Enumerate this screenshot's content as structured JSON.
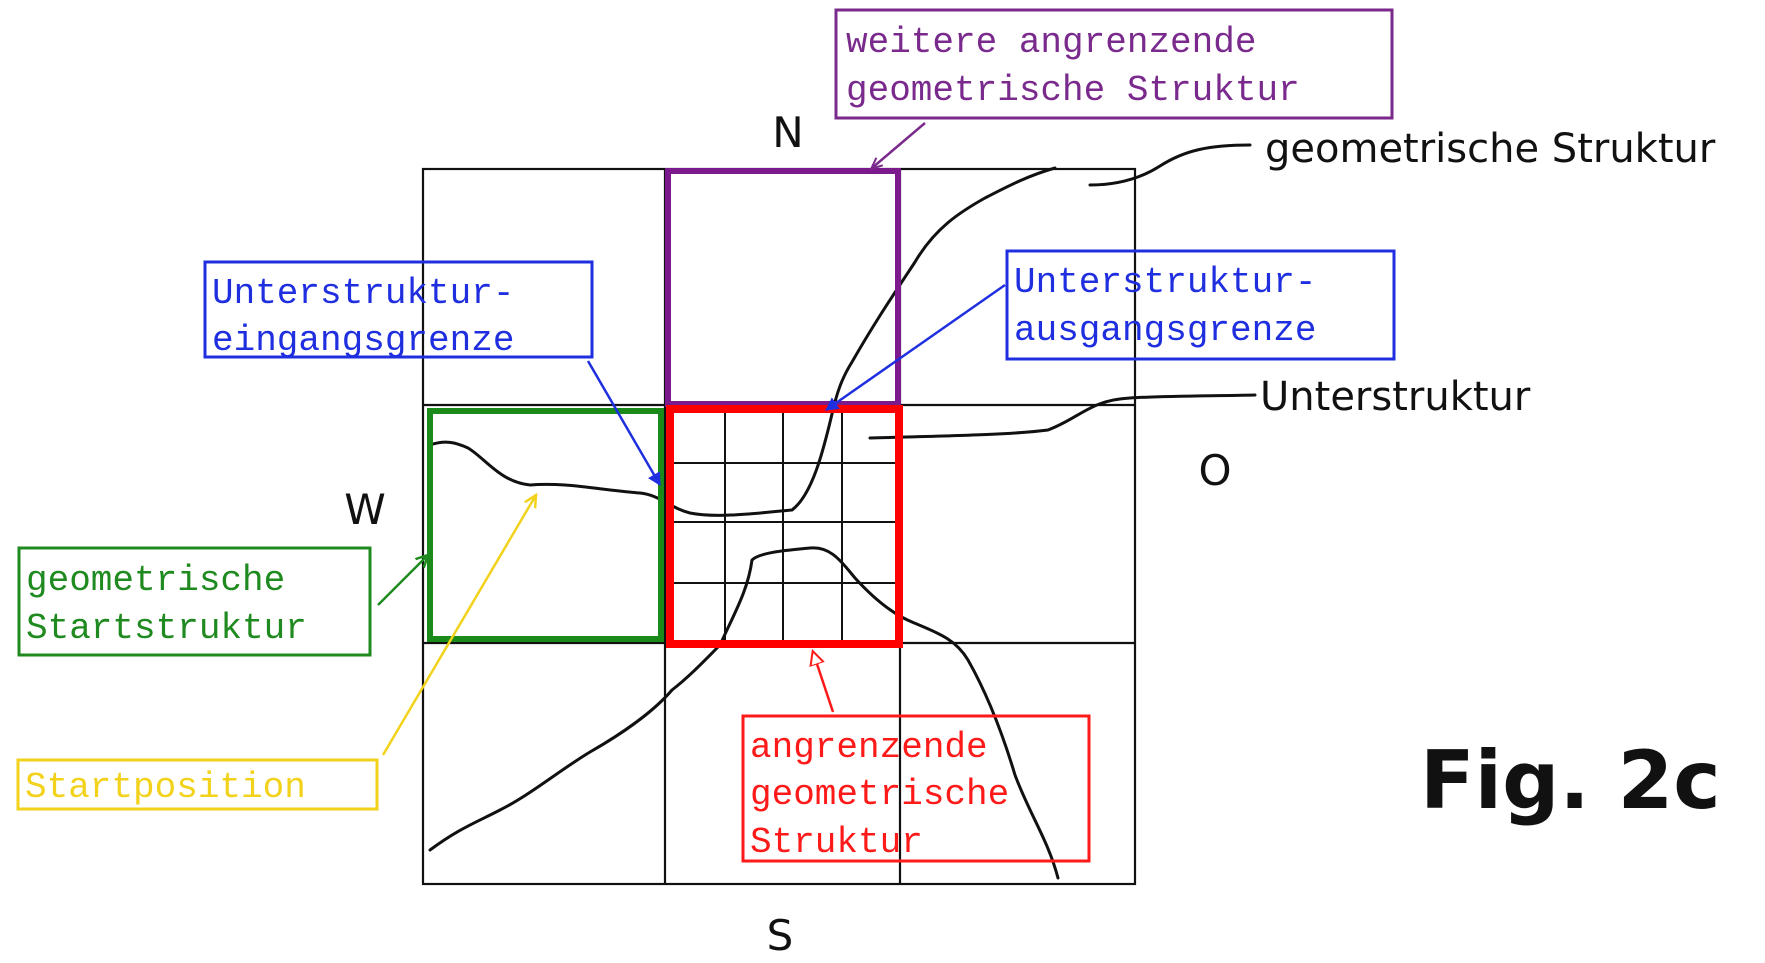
{
  "directions": {
    "north": "N",
    "south": "S",
    "west": "W",
    "east": "O"
  },
  "figure_label": "Fig. 2c",
  "labels": {
    "geometric_structure": "geometrische Struktur",
    "substructure": "Unterstruktur"
  },
  "callouts": {
    "further_adjacent": {
      "line1": "weitere angrenzende",
      "line2": "geometrische Struktur",
      "color": "#7a2a8c"
    },
    "entry_boundary": {
      "line1": "Unterstruktur-",
      "line2": "eingangsgrenze",
      "color": "#1f2fe0"
    },
    "exit_boundary": {
      "line1": "Unterstruktur-",
      "line2": "ausgangsgrenze",
      "color": "#1f2fe0"
    },
    "start_structure": {
      "line1": "geometrische",
      "line2": "Startstruktur",
      "color": "#1f8a1f"
    },
    "start_position": {
      "line1": "Startposition",
      "color": "#f2d21b"
    },
    "adjacent": {
      "line1": "angrenzende",
      "line2": "geometrische",
      "line3": "Struktur",
      "color": "#ff1a1a"
    }
  },
  "highlight_colors": {
    "north_cell": "#7a1a8c",
    "start_cell": "#1a8a1a",
    "adjacent_cell": "#ff0000"
  }
}
